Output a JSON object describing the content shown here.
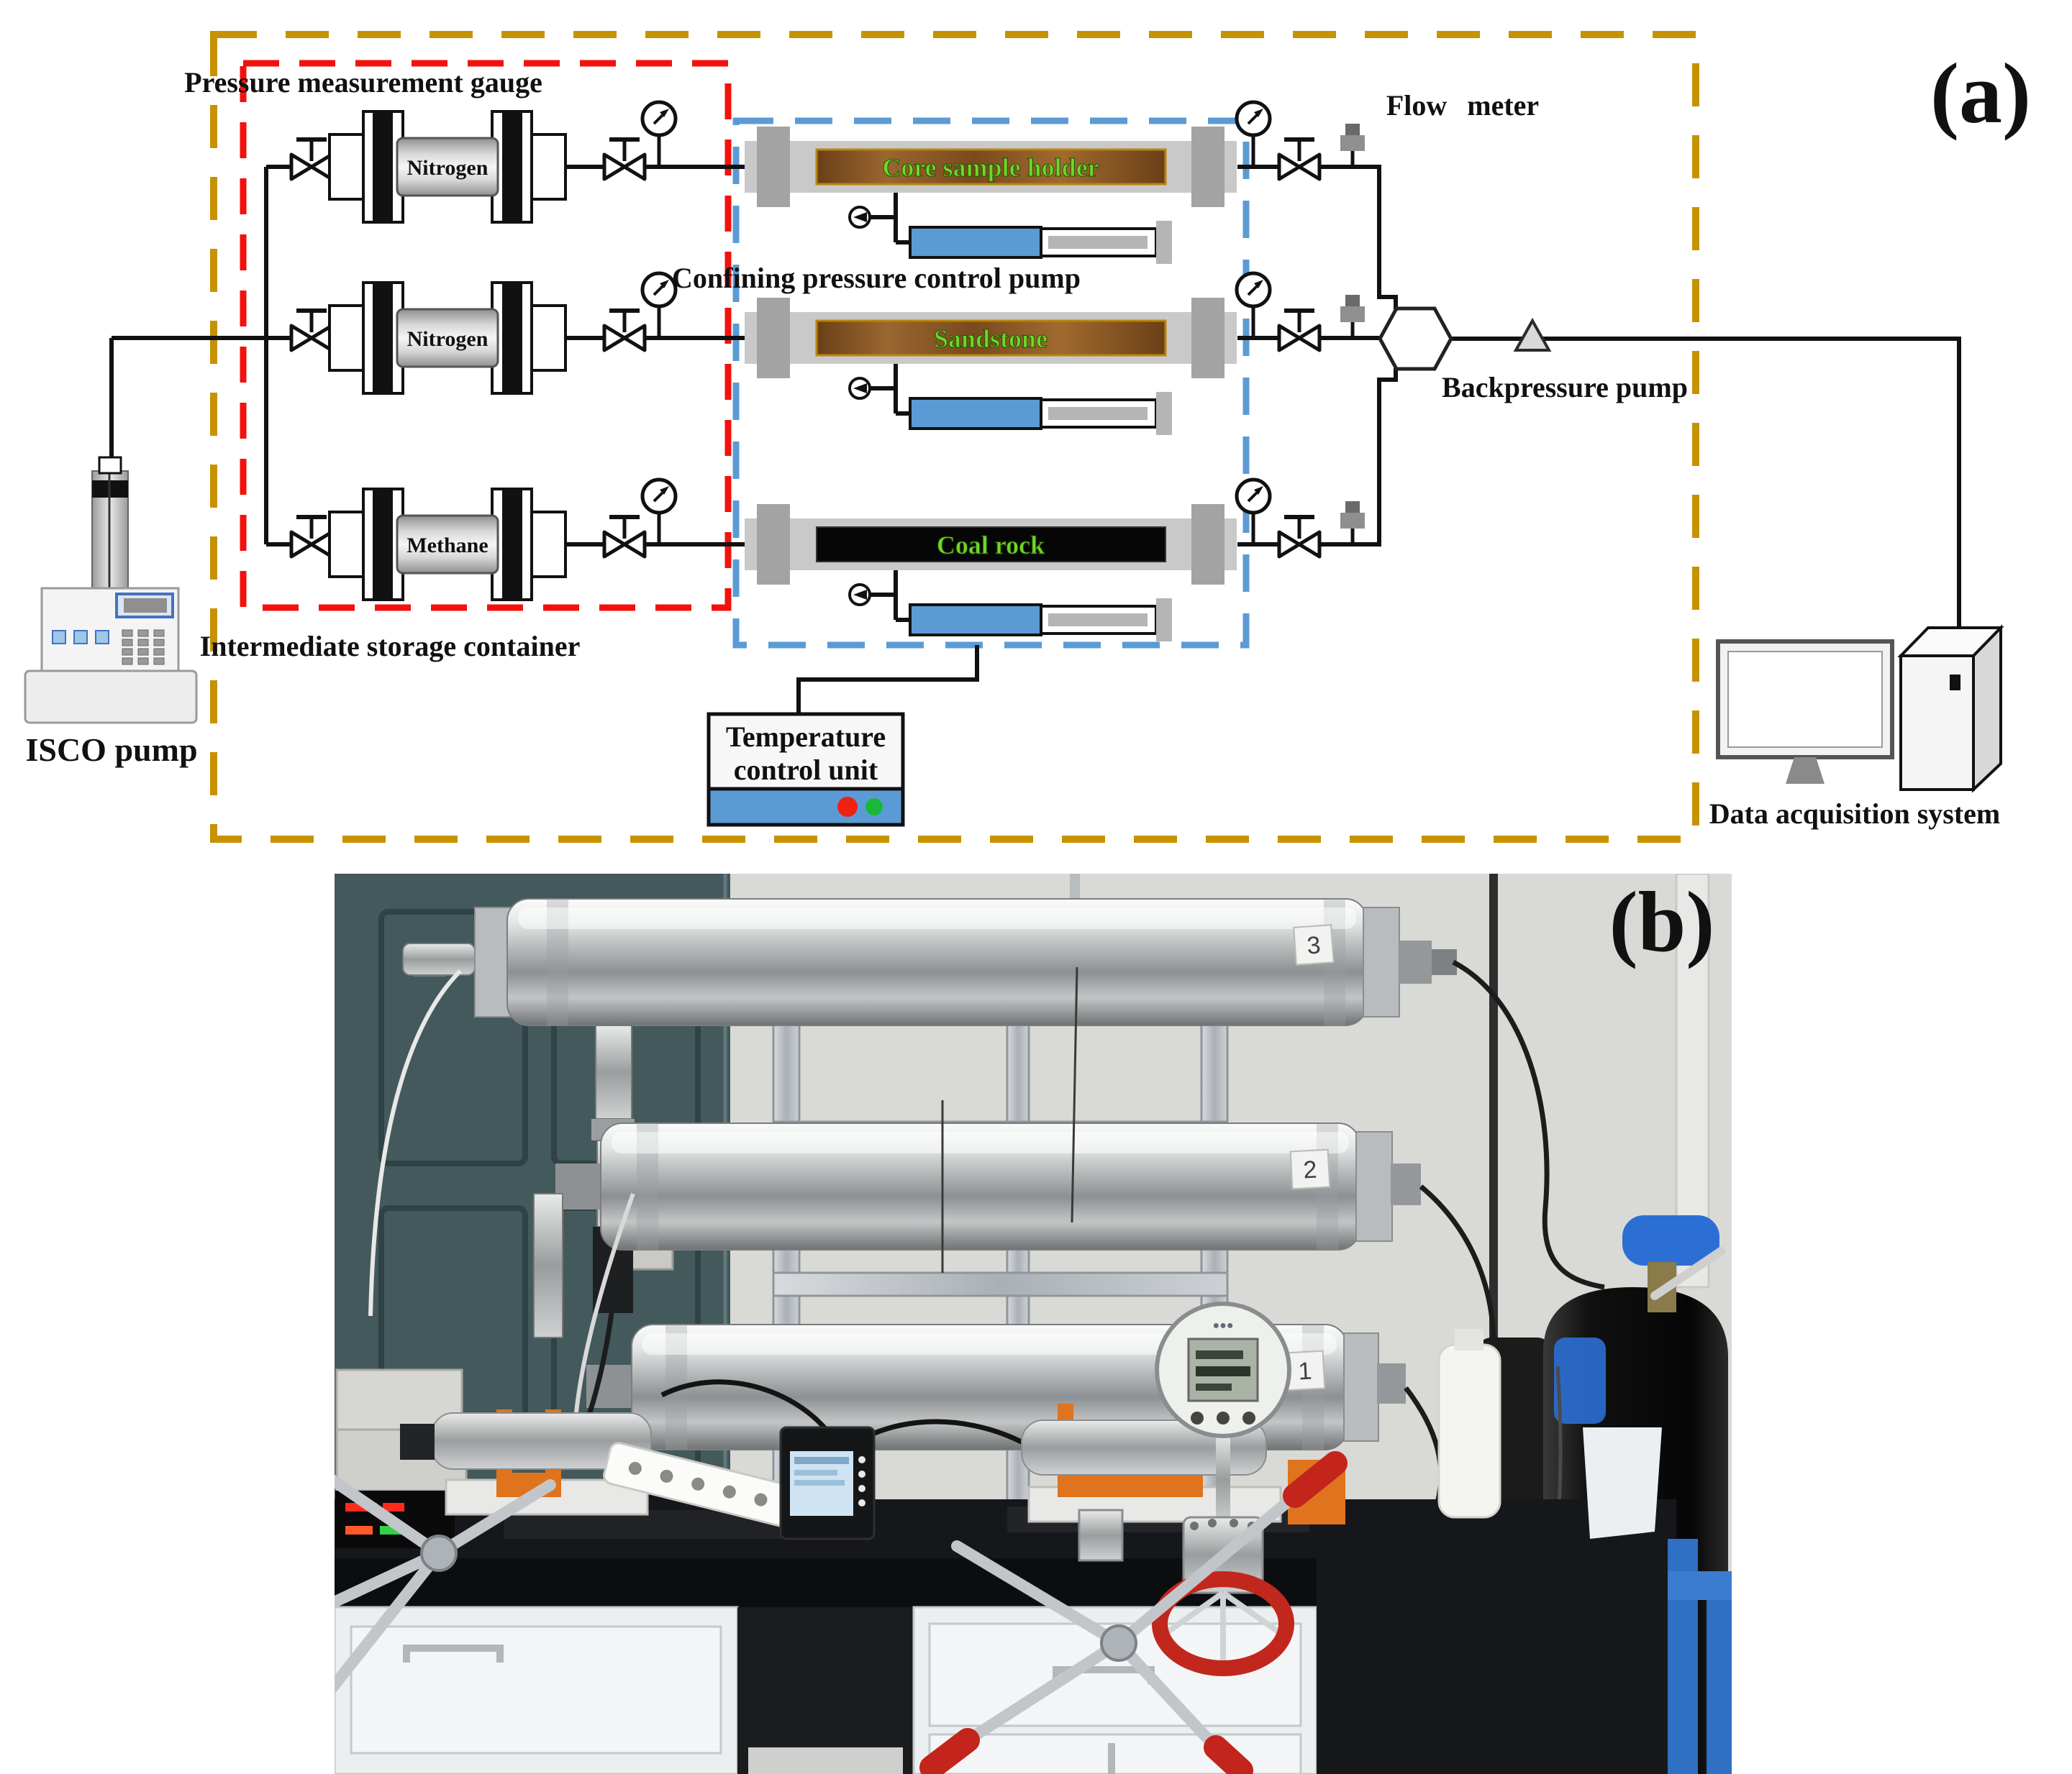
{
  "figure": {
    "panel_a": "(a)",
    "panel_b": "(b)"
  },
  "schematic": {
    "labels": {
      "pressure_measurement_gauge": "Pressure measurement gauge",
      "intermediate_storage_container": "Intermediate storage container",
      "confining_pressure_control_pump": "Confining pressure control pump",
      "flow_meter": "Flow meter",
      "backpressure_pump": "Backpressure pump",
      "temperature_control_line1": "Temperature",
      "temperature_control_line2": "control unit",
      "isco_pump": "ISCO pump",
      "data_acquisition_system": "Data acquisition system"
    },
    "storage_containers": [
      {
        "gas": "Nitrogen"
      },
      {
        "gas": "Nitrogen"
      },
      {
        "gas": "Methane"
      }
    ],
    "core_holders": [
      {
        "sample": "Core sample holder",
        "core_style": "wood"
      },
      {
        "sample": "Sandstone",
        "core_style": "wood"
      },
      {
        "sample": "Coal rock",
        "core_style": "coal"
      }
    ],
    "colors": {
      "outer_boundary": "#C79200",
      "storage_boundary": "#F2120D",
      "holder_boundary": "#5B9BD5",
      "sample_label_text": "#6FD62A",
      "syringe_fill": "#5B9BD5",
      "temp_unit_strip": "#5B9BD5",
      "indicator_red": "#EE2211",
      "indicator_green": "#19B83C"
    }
  },
  "photo": {
    "cylinder_tags": [
      "3",
      "2",
      "1"
    ]
  }
}
